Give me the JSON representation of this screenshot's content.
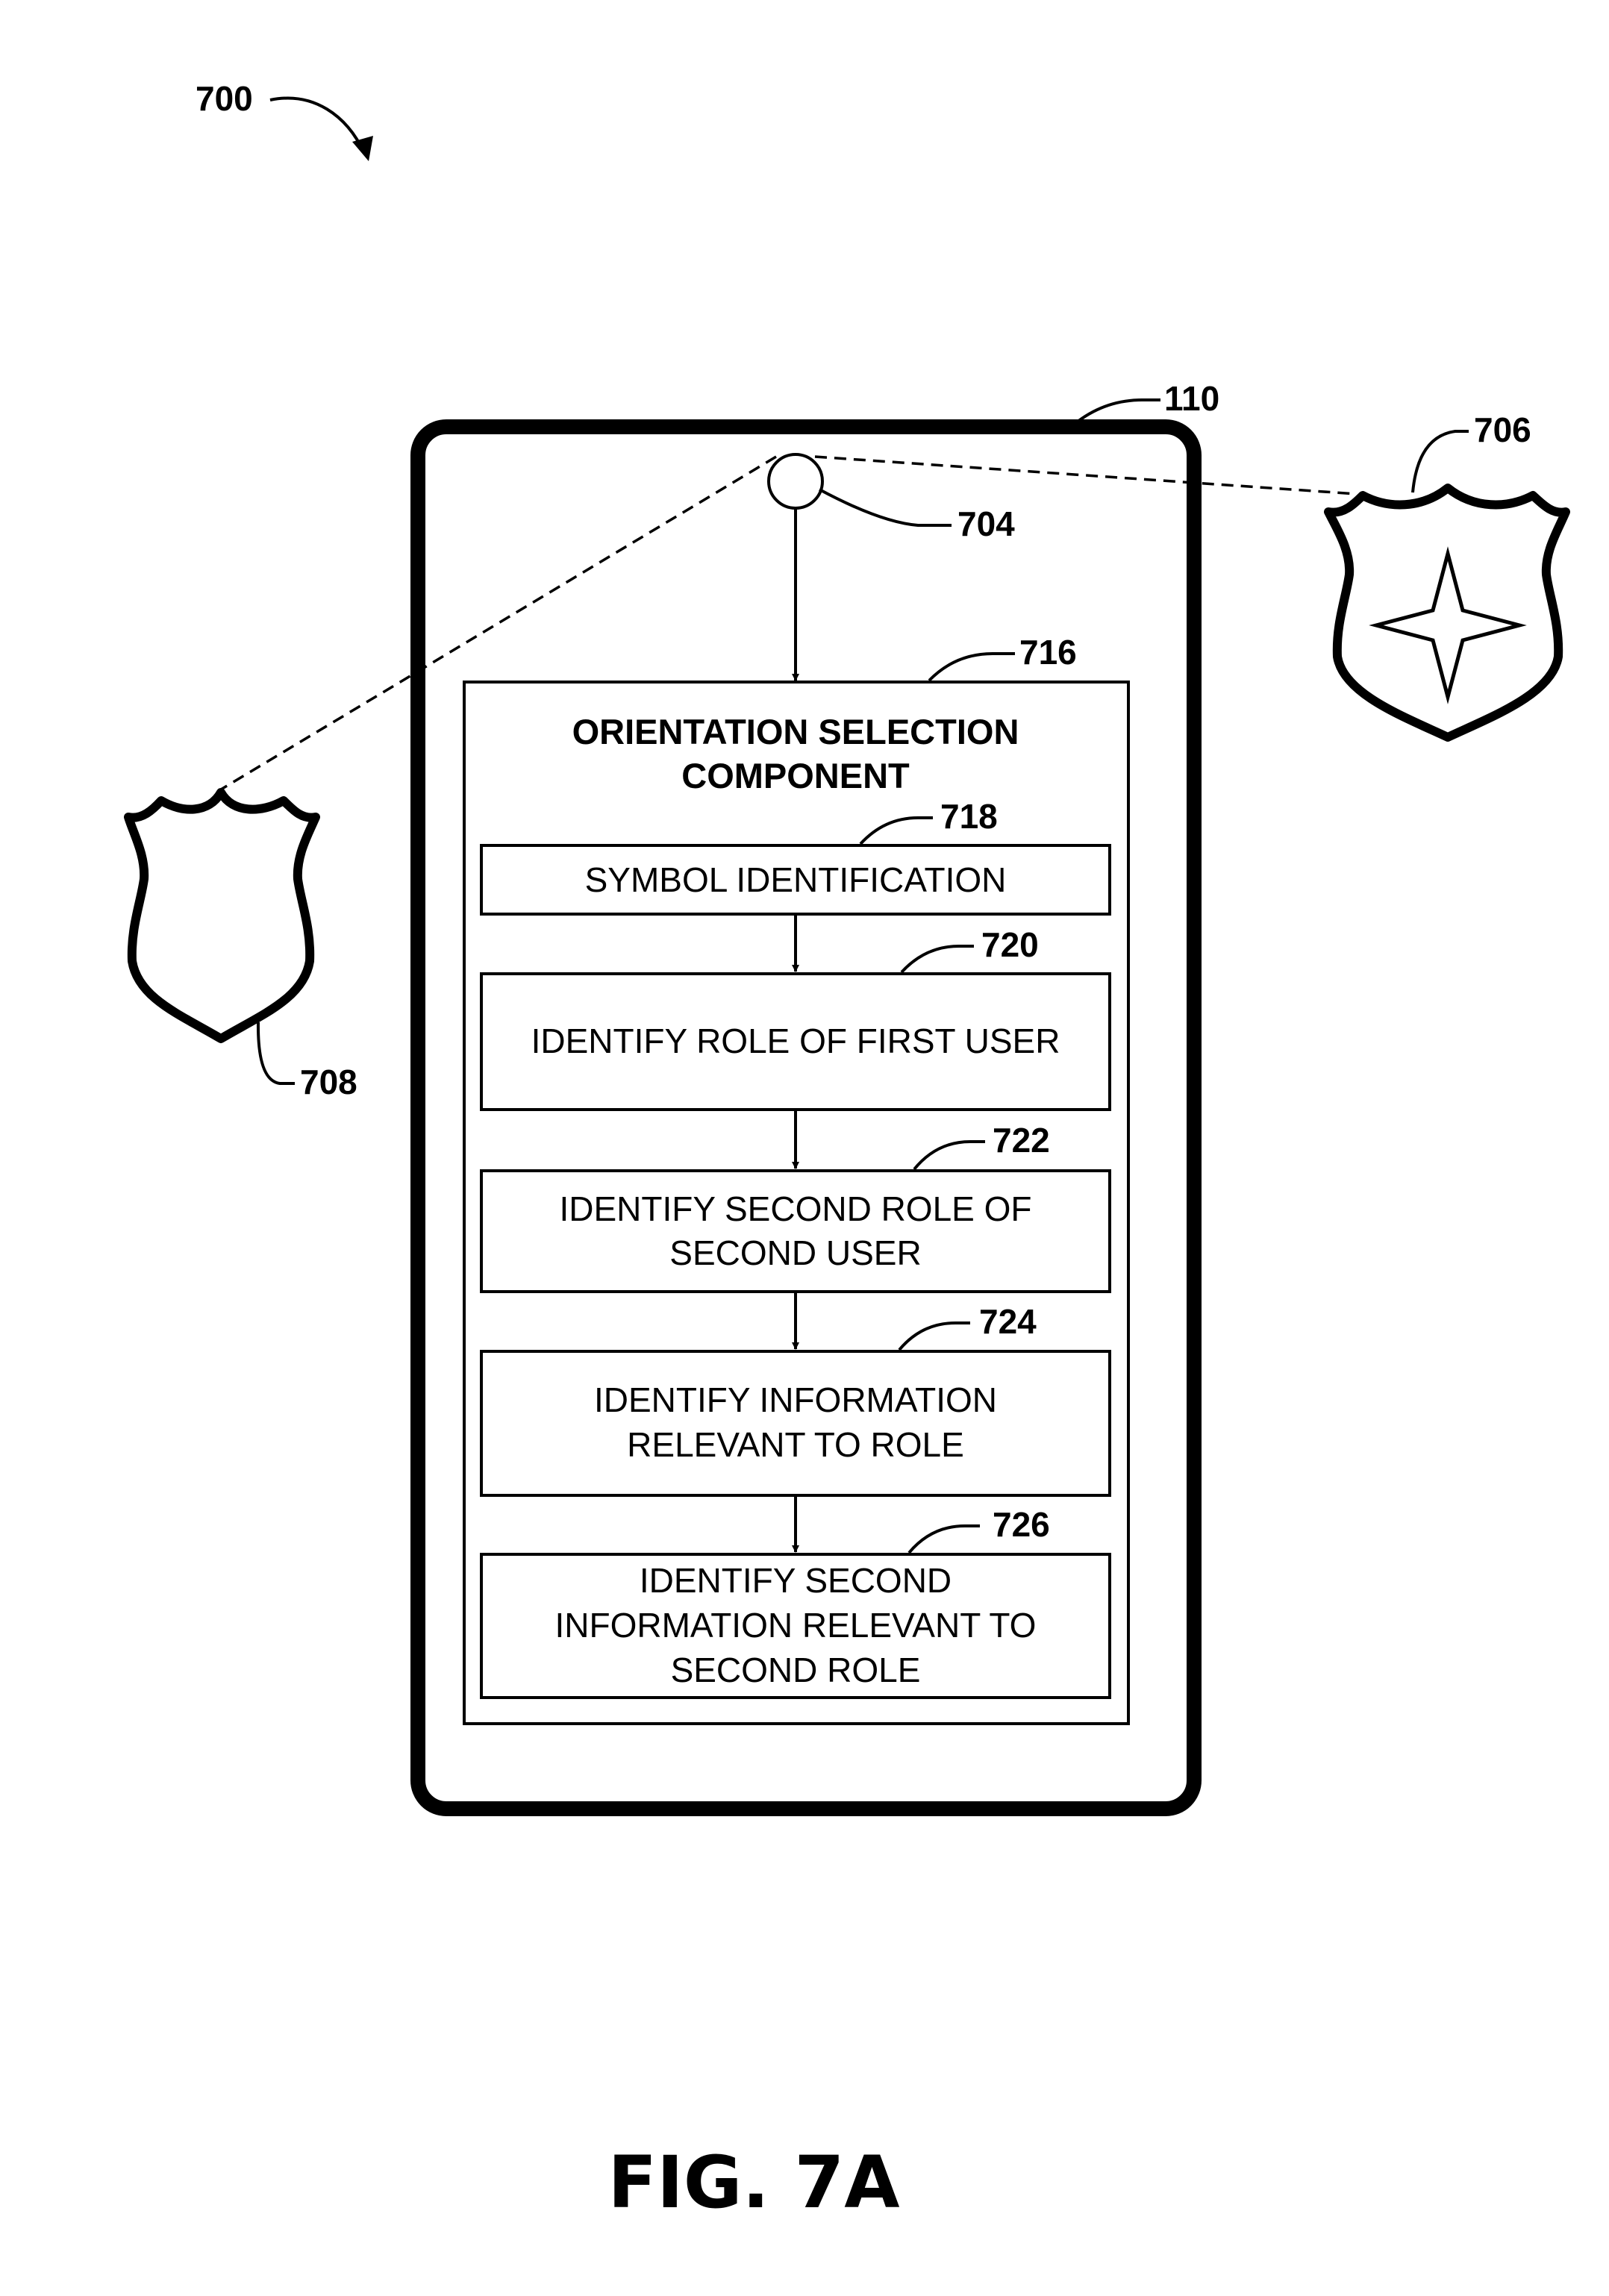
{
  "figure": {
    "ref_700": "700",
    "ref_110": "110",
    "ref_704": "704",
    "ref_706": "706",
    "ref_708": "708",
    "caption": "FIG. 7A"
  },
  "component": {
    "ref": "716",
    "title_line1": "ORIENTATION SELECTION",
    "title_line2": "COMPONENT",
    "steps": [
      {
        "ref": "718",
        "lines": [
          "SYMBOL IDENTIFICATION"
        ]
      },
      {
        "ref": "720",
        "lines": [
          "IDENTIFY ROLE OF FIRST USER"
        ]
      },
      {
        "ref": "722",
        "lines": [
          "IDENTIFY SECOND ROLE OF",
          "SECOND USER"
        ]
      },
      {
        "ref": "724",
        "lines": [
          "IDENTIFY INFORMATION",
          "RELEVANT TO ROLE"
        ]
      },
      {
        "ref": "726",
        "lines": [
          "IDENTIFY SECOND",
          "INFORMATION RELEVANT TO",
          "SECOND ROLE"
        ]
      }
    ]
  }
}
